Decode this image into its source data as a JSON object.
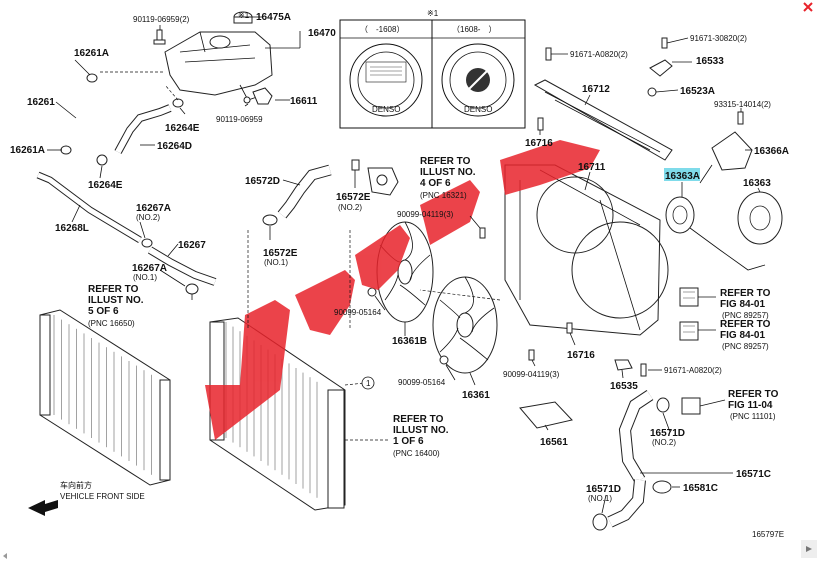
{
  "labels": {
    "p16475A": "16475A",
    "p16470": "16470",
    "p90119_06959_2": "90119-06959(2)",
    "mark1": "※1",
    "p16261A_top": "16261A",
    "p16261": "16261",
    "p16264E_a": "16264E",
    "p90119_06959": "90119-06959",
    "p16611": "16611",
    "p16261A_left": "16261A",
    "p16264D": "16264D",
    "p16264E_b": "16264E",
    "p16268L": "16268L",
    "p16267A_no2": "16267A",
    "no2_a": "(NO.2)",
    "p16267": "16267",
    "p16267A_no1": "16267A",
    "no1_a": "(NO.1)",
    "p16572D": "16572D",
    "p16572E_no2": "16572E",
    "no2_b": "(NO.2)",
    "p16572E_no1": "16572E",
    "no1_b": "(NO.1)",
    "refer_16321_1": "REFER TO",
    "refer_16321_2": "ILLUST NO.",
    "refer_16321_3": "4 OF 6",
    "refer_16321_4": "(PNC 16321)",
    "refer_16650_1": "REFER TO",
    "refer_16650_2": "ILLUST NO.",
    "refer_16650_3": "5 OF 6",
    "refer_16650_4": "(PNC 16650)",
    "p90099_04119_3_a": "90099-04119(3)",
    "p90099_05164_a": "90099-05164",
    "p16361B": "16361B",
    "p90099_05164_b": "90099-05164",
    "p16361": "16361",
    "refer_16400_1": "REFER TO",
    "refer_16400_2": "ILLUST NO.",
    "refer_16400_3": "1 OF 6",
    "refer_16400_4": "(PNC 16400)",
    "p91671_A0820_2_a": "91671-A0820(2)",
    "p16712": "16712",
    "p16716_a": "16716",
    "p16711": "16711",
    "p16716_b": "16716",
    "p90099_04119_3_b": "90099-04119(3)",
    "p16535": "16535",
    "p91671_A0820_2_b": "91671-A0820(2)",
    "p16561": "16561",
    "p91671_30820_2": "91671-30820(2)",
    "p16533": "16533",
    "p16523A": "16523A",
    "p93315_14014_2": "93315-14014(2)",
    "p16366A": "16366A",
    "p16363A": "16363A",
    "p16363": "16363",
    "refer_89257_a1": "REFER TO",
    "refer_89257_a2": "FIG 84-01",
    "refer_89257_a3": "(PNC 89257)",
    "refer_89257_b1": "REFER TO",
    "refer_89257_b2": "FIG 84-01",
    "refer_89257_b3": "(PNC 89257)",
    "refer_11101_1": "REFER TO",
    "refer_11101_2": "FIG 11-04",
    "refer_11101_3": "(PNC 11101)",
    "p16571D_no2": "16571D",
    "no2_c": "(NO.2)",
    "p16571C": "16571C",
    "p16581C": "16581C",
    "p16571D_no1": "16571D",
    "no1_c": "(NO.1)",
    "vehicle_cn": "车向前方",
    "vehicle_front": "VEHICLE FRONT SIDE",
    "fig_code": "165797E",
    "cap_left_header": "（　-1608）",
    "cap_right_header": "（1608-　）",
    "cap_brand": "DENSO",
    "circle_1": "1"
  },
  "colors": {
    "highlight": "#7fdbea",
    "watermark": "#e8232b",
    "line": "#111111"
  },
  "icons": {
    "close": "close-x-icon",
    "arrow": "vehicle-front-arrow-icon"
  }
}
